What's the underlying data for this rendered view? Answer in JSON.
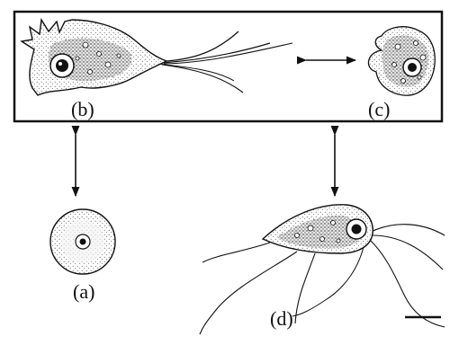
{
  "figure": {
    "labels": {
      "b": "(b)",
      "c": "(c)",
      "a": "(a)",
      "d": "(d)"
    },
    "colors": {
      "ink": "#111111",
      "paper": "#ffffff",
      "stipple": "#555555"
    }
  }
}
